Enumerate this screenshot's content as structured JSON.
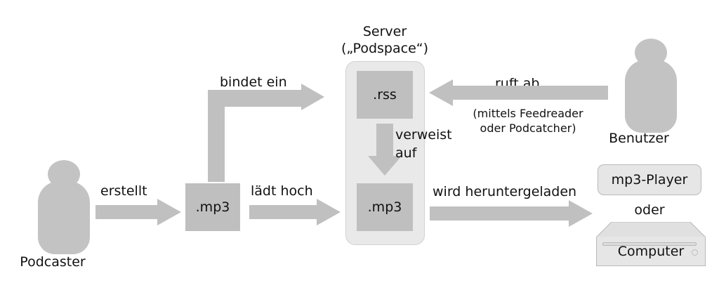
{
  "diagram": {
    "title_lines": [
      "Server",
      "(„Podspace“)"
    ],
    "actors": {
      "podcaster": "Podcaster",
      "benutzer": "Benutzer"
    },
    "files": {
      "source_mp3": ".mp3",
      "server_rss": ".rss",
      "server_mp3": ".mp3"
    },
    "devices": {
      "mp3_player": "mp3-Player",
      "separator": "oder",
      "computer": "Computer"
    },
    "edges": {
      "erstellt": "erstellt",
      "laedt_hoch": "lädt hoch",
      "bindet_ein": "bindet ein",
      "verweist_auf_line1": "verweist",
      "verweist_auf_line2": "auf",
      "ruft_ab": "ruft ab",
      "ruft_ab_note_line1": "(mittels Feedreader",
      "ruft_ab_note_line2": "oder Podcatcher)",
      "wird_heruntergeladen": "wird heruntergeladen"
    },
    "colors": {
      "figure_gray": "#c3c3c3",
      "arrow_gray": "#c0c0c0",
      "file_gray": "#bfbfbf",
      "container_gray": "#e9e9e9",
      "device_gray": "#e6e6e6",
      "text": "#111111",
      "background": "#ffffff"
    }
  }
}
